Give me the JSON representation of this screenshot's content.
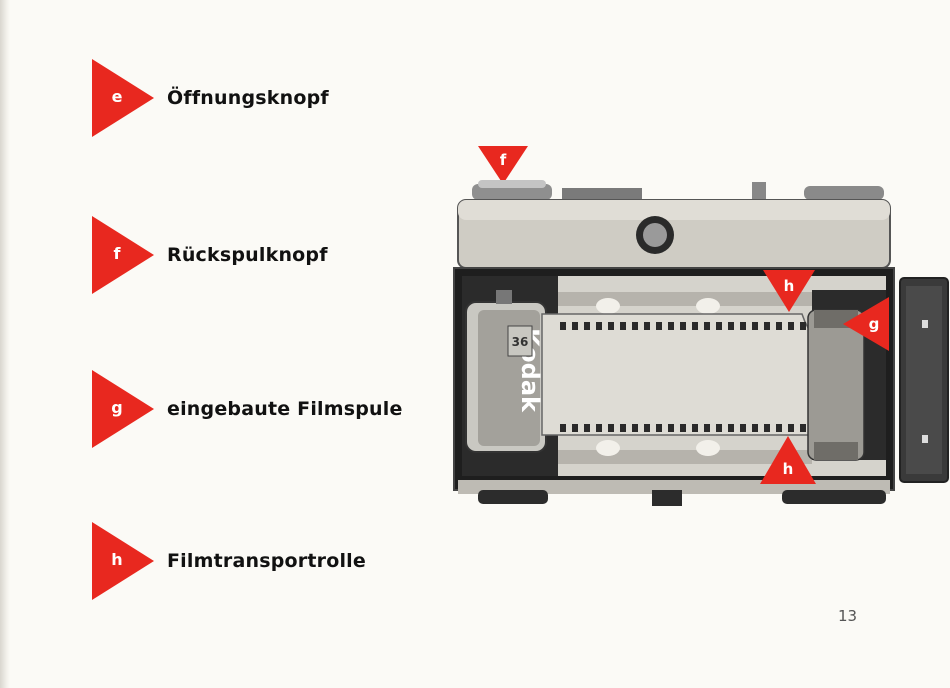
{
  "legend": [
    {
      "letter": "e",
      "label": "Öffnungsknopf"
    },
    {
      "letter": "f",
      "label": "Rückspulknopf"
    },
    {
      "letter": "g",
      "label": "eingebaute Filmspule"
    },
    {
      "letter": "h",
      "label": "Filmtransportrolle"
    }
  ],
  "callouts": {
    "f": "f",
    "g": "g",
    "h_top": "h",
    "h_bottom": "h"
  },
  "cartridge": {
    "brand": "Kodak",
    "count": "36"
  },
  "page_number": "13",
  "colors": {
    "accent": "#e8281f",
    "paper": "#fbfaf6",
    "ink": "#111111"
  }
}
